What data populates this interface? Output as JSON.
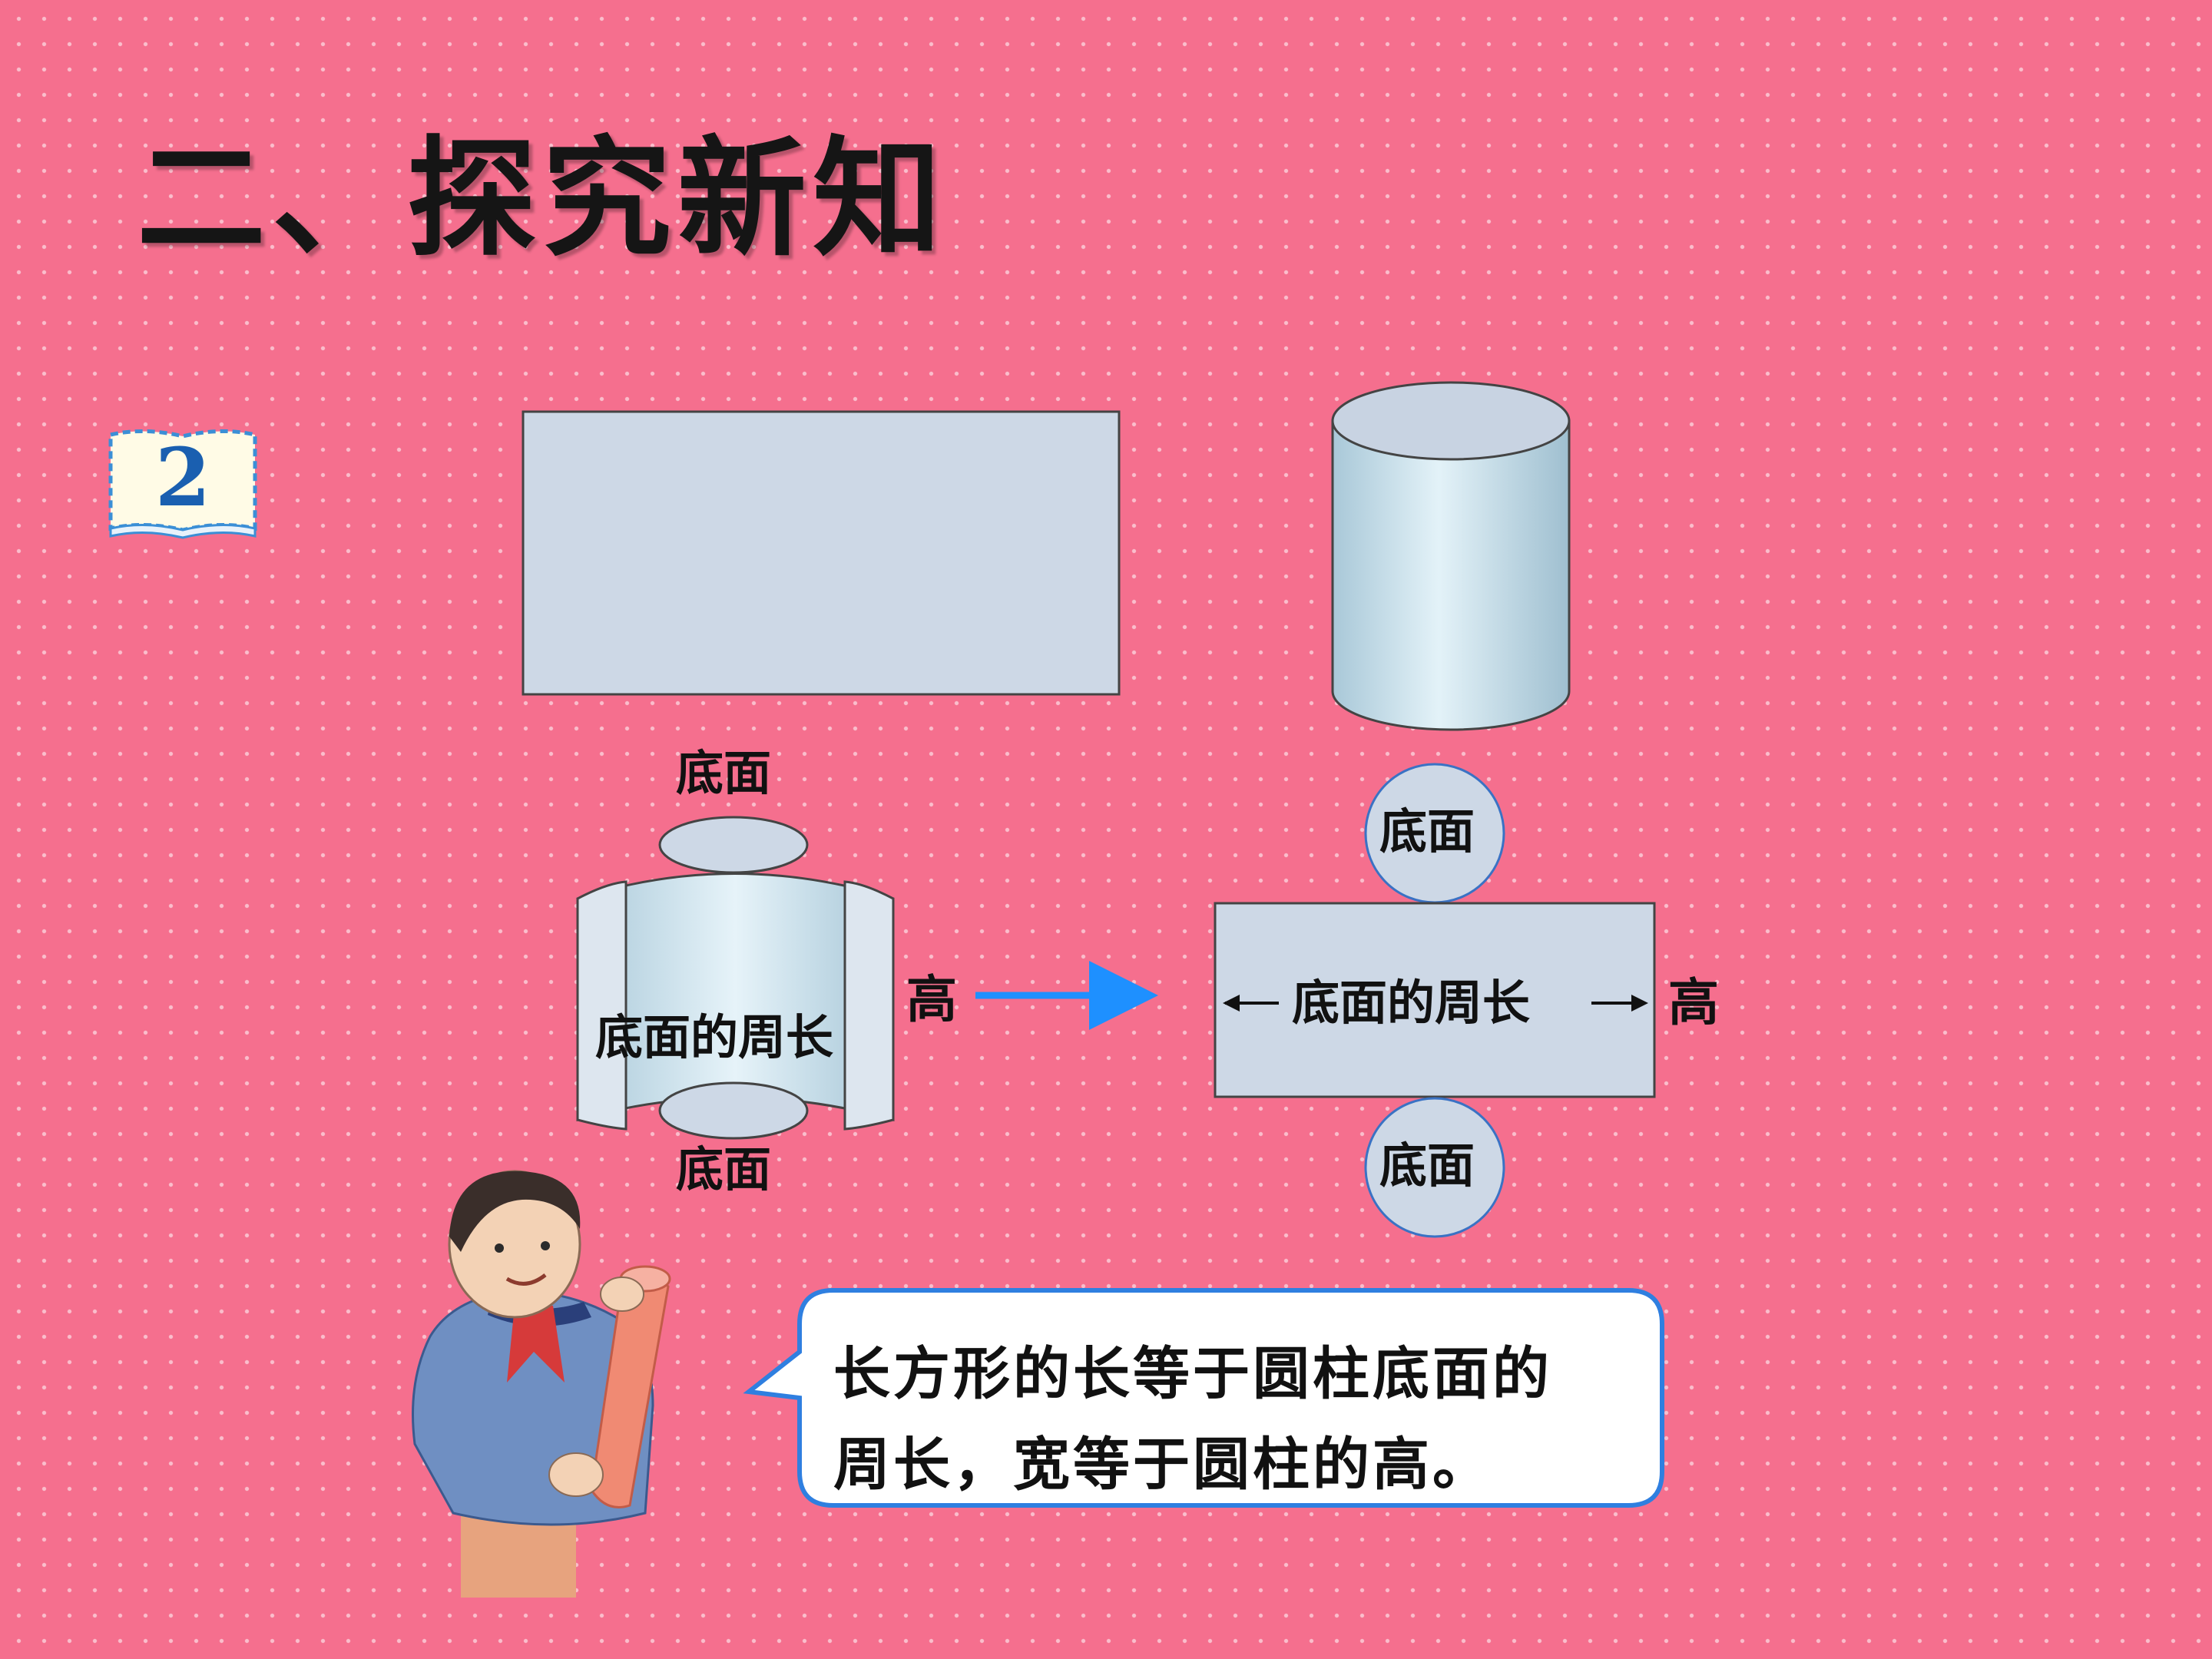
{
  "title": "二、探究新知",
  "example_number": "2",
  "labels": {
    "left_top_base": "底面",
    "left_bottom_base": "底面",
    "left_circumference": "底面的周长",
    "left_height": "高",
    "right_top_base": "底面",
    "right_bottom_base": "底面",
    "right_circumference": "底面的周长",
    "right_height": "高"
  },
  "speech_bubble": {
    "line1": "长方形的长等于圆柱底面的",
    "line2": "周长，宽等于圆柱的高。"
  },
  "colors": {
    "background": "#f56f8e",
    "shape_fill": "#cdd8e6",
    "cylinder_fill": "#cfe4ee",
    "arrow": "#1e90ff"
  }
}
